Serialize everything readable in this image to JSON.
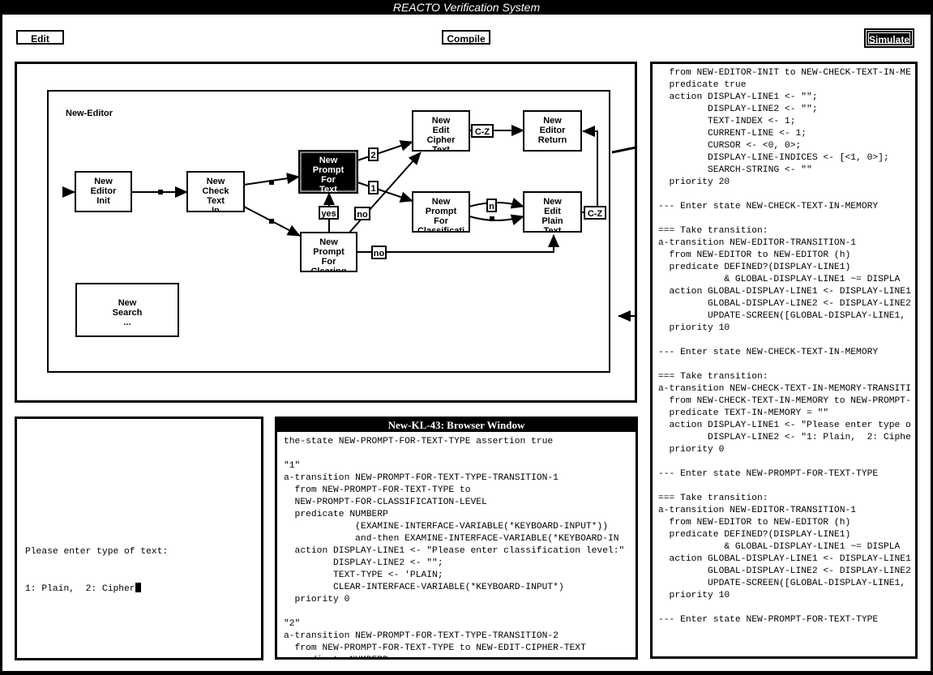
{
  "window": {
    "title": "REACTO Verification System"
  },
  "toolbar": {
    "edit_label": "Edit",
    "compile_label": "Compile",
    "simulate_label": "Simulate",
    "active": "Simulate"
  },
  "diagram": {
    "container_label": "New-Editor",
    "states": [
      {
        "id": "init",
        "label": [
          "New",
          "Editor",
          "Init"
        ],
        "highlighted": false
      },
      {
        "id": "check",
        "label": [
          "New",
          "Check",
          "Text",
          "In"
        ],
        "highlighted": false
      },
      {
        "id": "prompt-text",
        "label": [
          "New",
          "Prompt",
          "For",
          "Text"
        ],
        "highlighted": true
      },
      {
        "id": "prompt-clearing",
        "label": [
          "New",
          "Prompt",
          "For",
          "Clearing"
        ],
        "highlighted": false
      },
      {
        "id": "edit-cipher",
        "label": [
          "New",
          "Edit",
          "Cipher",
          "Text"
        ],
        "highlighted": false
      },
      {
        "id": "prompt-class",
        "label": [
          "New",
          "Prompt",
          "For",
          "Classificati"
        ],
        "highlighted": false
      },
      {
        "id": "editor-return",
        "label": [
          "New",
          "Editor",
          "Return"
        ],
        "highlighted": false
      },
      {
        "id": "edit-plain",
        "label": [
          "New",
          "Edit",
          "Plain",
          "Text"
        ],
        "highlighted": false
      },
      {
        "id": "search",
        "label": [
          "New",
          "Search",
          "..."
        ],
        "highlighted": false
      }
    ],
    "edge_labels": {
      "two": "2",
      "one": "1",
      "yes": "yes",
      "no_up": "no",
      "no_right": "no",
      "n": "n",
      "cz_top": "C-Z",
      "cz_right": "C-Z"
    }
  },
  "console": {
    "line1": "Please enter type of text:",
    "line2": "1: Plain,  2: Cipher"
  },
  "browser": {
    "title": "New-KL-43: Browser Window",
    "lines": [
      "the-state NEW-PROMPT-FOR-TEXT-TYPE assertion true",
      "",
      "\"1\"",
      "a-transition NEW-PROMPT-FOR-TEXT-TYPE-TRANSITION-1",
      "  from NEW-PROMPT-FOR-TEXT-TYPE to",
      "  NEW-PROMPT-FOR-CLASSIFICATION-LEVEL",
      "  predicate NUMBERP",
      "             (EXAMINE-INTERFACE-VARIABLE(*KEYBOARD-INPUT*))",
      "             and-then EXAMINE-INTERFACE-VARIABLE(*KEYBOARD-IN",
      "  action DISPLAY-LINE1 <- \"Please enter classification level:\"",
      "         DISPLAY-LINE2 <- \"\";",
      "         TEXT-TYPE <- 'PLAIN;",
      "         CLEAR-INTERFACE-VARIABLE(*KEYBOARD-INPUT*)",
      "  priority 0",
      "",
      "\"2\"",
      "a-transition NEW-PROMPT-FOR-TEXT-TYPE-TRANSITION-2",
      "  from NEW-PROMPT-FOR-TEXT-TYPE to NEW-EDIT-CIPHER-TEXT",
      "  predicate NUMBERP"
    ]
  },
  "trace": {
    "lines": [
      "  from NEW-EDITOR-INIT to NEW-CHECK-TEXT-IN-ME",
      "  predicate true",
      "  action DISPLAY-LINE1 <- \"\";",
      "         DISPLAY-LINE2 <- \"\";",
      "         TEXT-INDEX <- 1;",
      "         CURRENT-LINE <- 1;",
      "         CURSOR <- <0, 0>;",
      "         DISPLAY-LINE-INDICES <- [<1, 0>];",
      "         SEARCH-STRING <- \"\"",
      "  priority 20",
      "",
      "--- Enter state NEW-CHECK-TEXT-IN-MEMORY",
      "",
      "=== Take transition:",
      "a-transition NEW-EDITOR-TRANSITION-1",
      "  from NEW-EDITOR to NEW-EDITOR (h)",
      "  predicate DEFINED?(DISPLAY-LINE1)",
      "            & GLOBAL-DISPLAY-LINE1 ~= DISPLA",
      "  action GLOBAL-DISPLAY-LINE1 <- DISPLAY-LINE1",
      "         GLOBAL-DISPLAY-LINE2 <- DISPLAY-LINE2",
      "         UPDATE-SCREEN([GLOBAL-DISPLAY-LINE1,",
      "  priority 10",
      "",
      "--- Enter state NEW-CHECK-TEXT-IN-MEMORY",
      "",
      "=== Take transition:",
      "a-transition NEW-CHECK-TEXT-IN-MEMORY-TRANSITI",
      "  from NEW-CHECK-TEXT-IN-MEMORY to NEW-PROMPT-",
      "  predicate TEXT-IN-MEMORY = \"\"",
      "  action DISPLAY-LINE1 <- \"Please enter type o",
      "         DISPLAY-LINE2 <- \"1: Plain,  2: Ciphe",
      "  priority 0",
      "",
      "--- Enter state NEW-PROMPT-FOR-TEXT-TYPE",
      "",
      "=== Take transition:",
      "a-transition NEW-EDITOR-TRANSITION-1",
      "  from NEW-EDITOR to NEW-EDITOR (h)",
      "  predicate DEFINED?(DISPLAY-LINE1)",
      "            & GLOBAL-DISPLAY-LINE1 ~= DISPLA",
      "  action GLOBAL-DISPLAY-LINE1 <- DISPLAY-LINE1",
      "         GLOBAL-DISPLAY-LINE2 <- DISPLAY-LINE2",
      "         UPDATE-SCREEN([GLOBAL-DISPLAY-LINE1,",
      "  priority 10",
      "",
      "--- Enter state NEW-PROMPT-FOR-TEXT-TYPE"
    ]
  }
}
